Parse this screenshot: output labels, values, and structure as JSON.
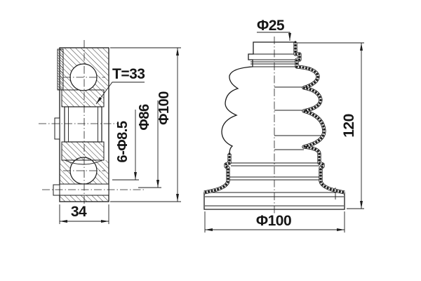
{
  "drawing": {
    "background": "#ffffff",
    "line_color": "#1c1c1c",
    "left_view": {
      "dim_teeth": "T=33",
      "dim_holes": "6-Φ8.5",
      "dim_pitch_dia": "Φ86",
      "dim_outer_dia": "Φ100",
      "dim_width": "34"
    },
    "right_view": {
      "dim_small_end_dia": "Φ25",
      "dim_length": "120",
      "dim_base_dia": "Φ100"
    }
  }
}
